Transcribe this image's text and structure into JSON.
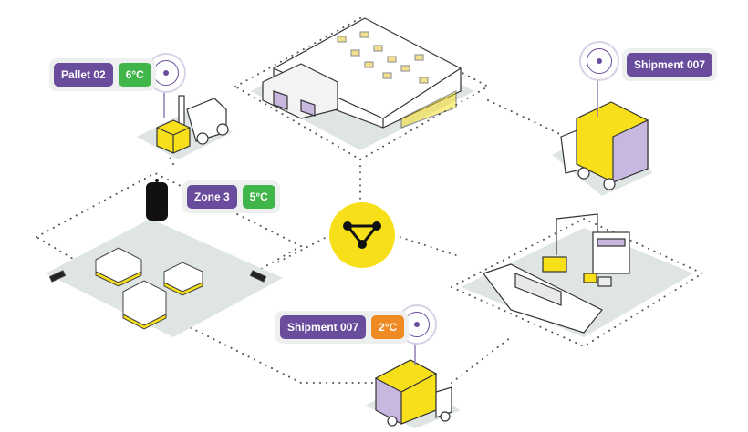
{
  "labels": {
    "pallet": {
      "name": "Pallet 02",
      "temp": "6°C"
    },
    "zone": {
      "name": "Zone 3",
      "temp": "5°C"
    },
    "shipment_top": {
      "name": "Shipment 007"
    },
    "shipment_bottom": {
      "name": "Shipment 007",
      "temp": "2°C"
    }
  },
  "colors": {
    "purple": "#6a4c9c",
    "green": "#3fb54a",
    "orange": "#f08a24",
    "yellow": "#f7e01a",
    "platform": "#dfe5e5"
  },
  "icons": [
    "hub-network-icon",
    "wireless-sensor-icon",
    "tracker-device-icon"
  ]
}
